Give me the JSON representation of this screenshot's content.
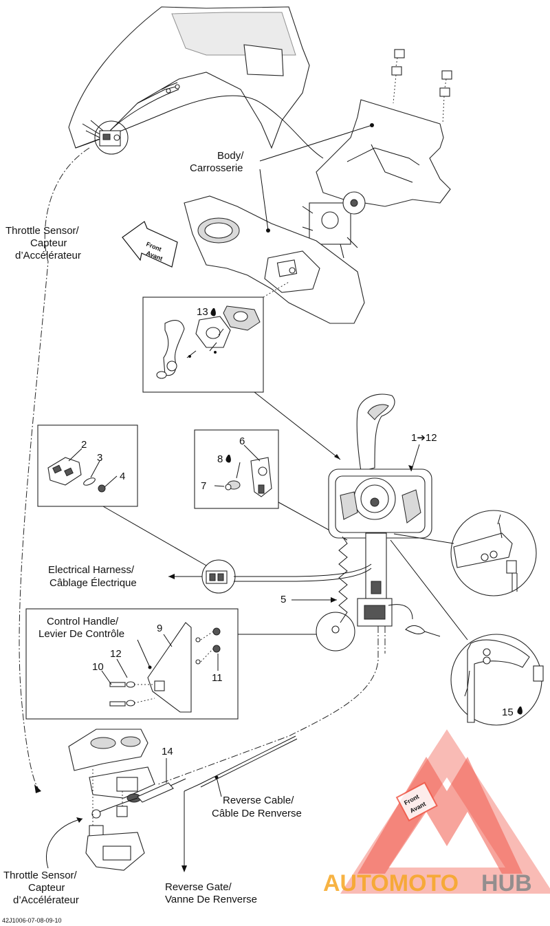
{
  "labels": {
    "body": [
      "Body/",
      "Carrosserie"
    ],
    "throttle_sensor_top": [
      "Throttle Sensor/",
      "Capteur",
      "d’Accélérateur"
    ],
    "front_badge": [
      "Front",
      "Avant"
    ],
    "electrical_harness": [
      "Electrical  Harness/",
      "Câblage Électrique"
    ],
    "control_handle": [
      "Control Handle/",
      "Levier De Contrôle"
    ],
    "reverse_cable": [
      "Reverse Cable/",
      "Câble De Renverse"
    ],
    "throttle_sensor_bottom": [
      "Throttle Sensor/",
      "Capteur",
      "d’Accélérateur"
    ],
    "reverse_gate": [
      "Reverse Gate/",
      "Vanne De Renverse"
    ]
  },
  "callouts": {
    "c1_12": "1➔12",
    "c2": "2",
    "c3": "3",
    "c4": "4",
    "c5": "5",
    "c6": "6",
    "c7": "7",
    "c8": "8",
    "c9": "9",
    "c10": "10",
    "c11": "11",
    "c12": "12",
    "c13": "13",
    "c14": "14",
    "c15": "15"
  },
  "drawing_code": "42J1006-07-08-09-10",
  "watermark": {
    "text_part1": "AUTOMOTO",
    "text_part2": "HUB",
    "color_accent": "#f05a4a",
    "color_orange": "#f6a623",
    "color_grey": "#8a8a8a"
  }
}
